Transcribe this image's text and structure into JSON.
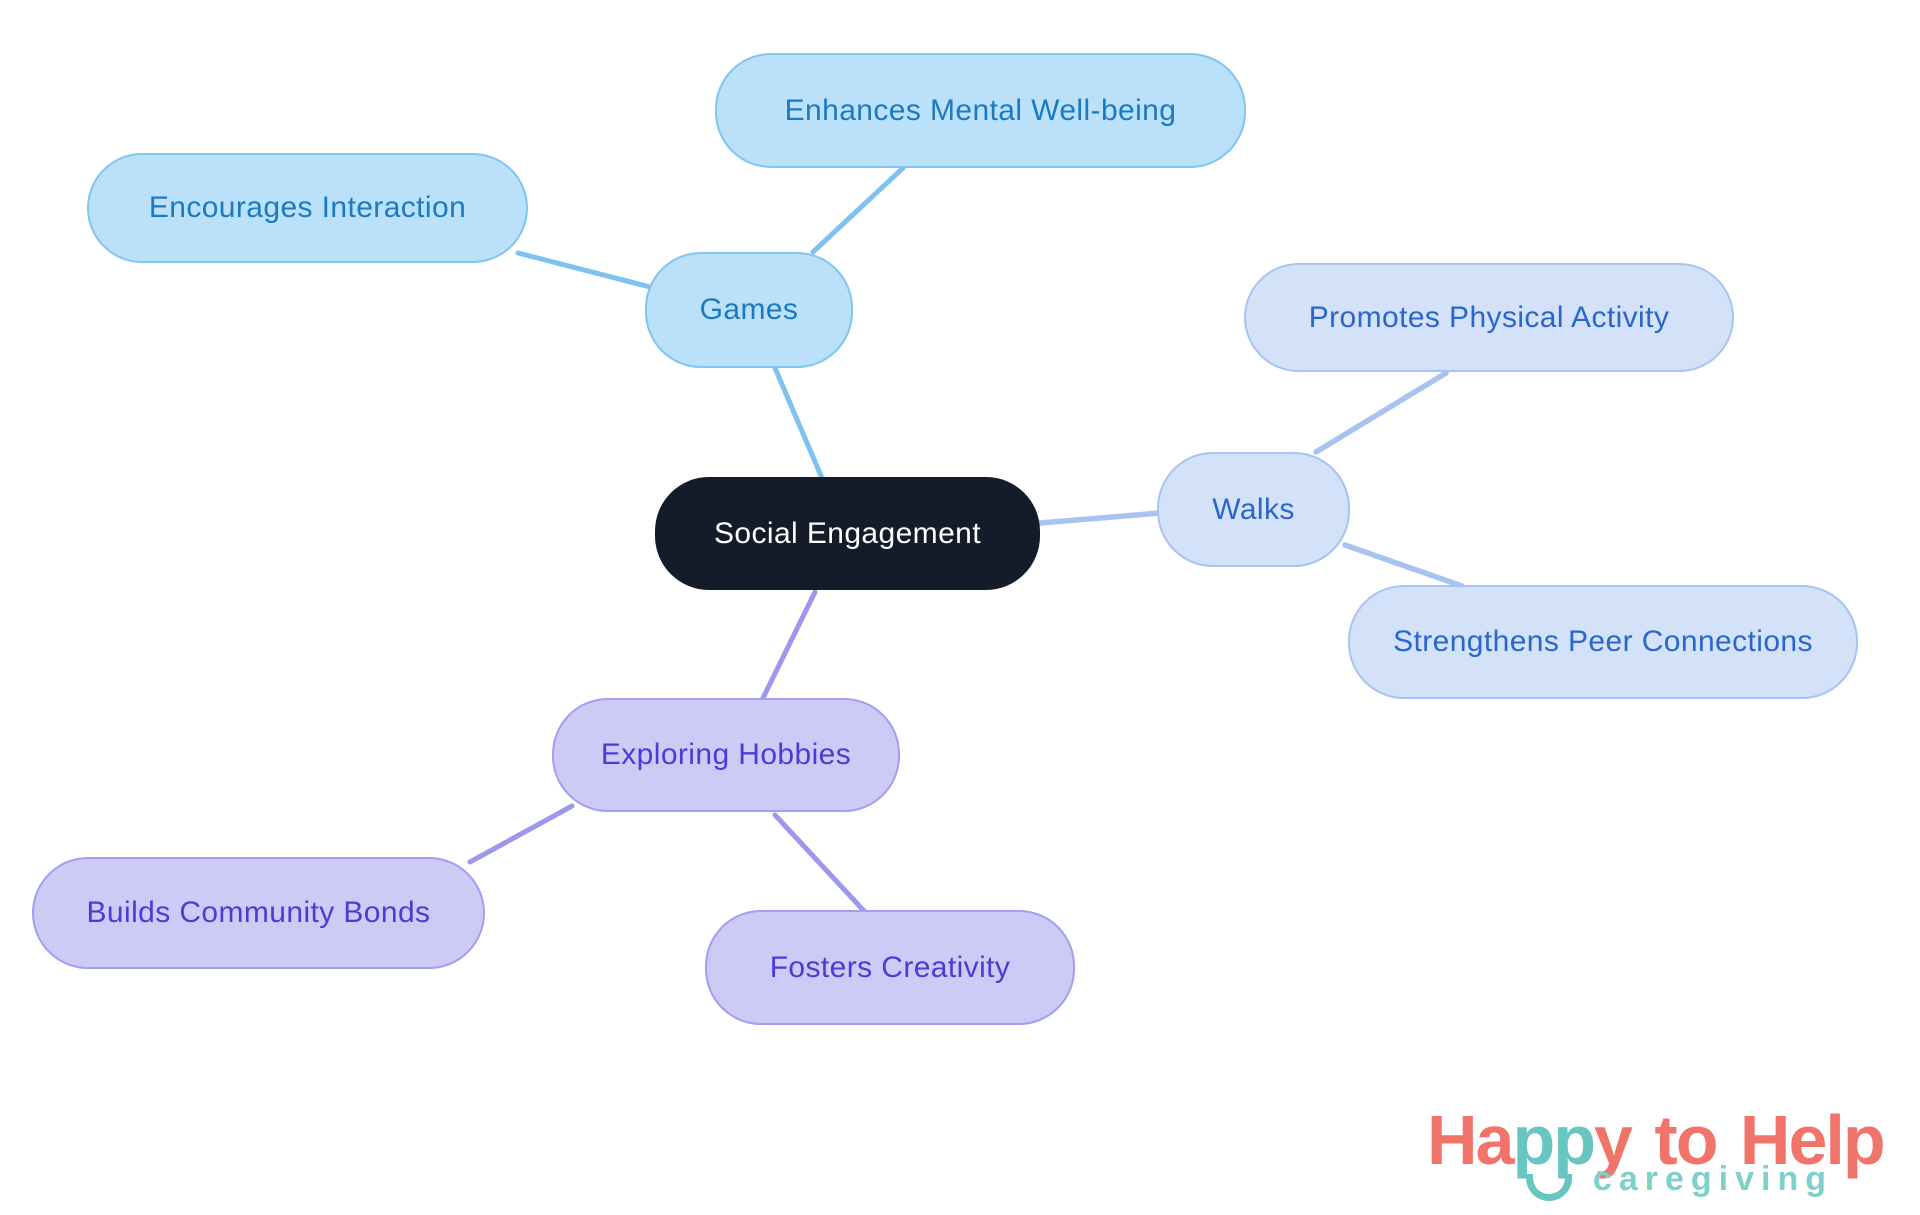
{
  "palette": {
    "canvas-bg": "#FFFFFF",
    "central-bg": "#151C29",
    "central-text": "#FFFFFF",
    "games-fill": "#BBE0F9",
    "games-border": "#81C5F1",
    "games-text": "#1B7AC0",
    "games-edge": "#7FC1EF",
    "walks-fill": "#D3E2F8",
    "walks-border": "#A8C3F0",
    "walks-text": "#2A66CB",
    "walks-edge": "#A8C3F0",
    "hobbies-fill": "#CECAF6",
    "hobbies-border": "#A49DF1",
    "hobbies-text": "#4C3BD6",
    "hobbies-edge": "#9D97ED",
    "logo-coral": "#F0746A",
    "logo-teal": "#67C6C1",
    "logo-tagline": "#7ED0CA"
  },
  "diagram": {
    "type": "mindmap",
    "root": "Social Engagement",
    "branches": [
      {
        "label": "Games",
        "children": [
          "Encourages Interaction",
          "Enhances Mental Well-being"
        ]
      },
      {
        "label": "Walks",
        "children": [
          "Promotes Physical Activity",
          "Strengthens Peer Connections"
        ]
      },
      {
        "label": "Exploring Hobbies",
        "children": [
          "Builds Community Bonds",
          "Fosters Creativity"
        ]
      }
    ]
  },
  "nodes": {
    "central": {
      "label": "Social Engagement"
    },
    "games": {
      "label": "Games"
    },
    "encourages": {
      "label": "Encourages Interaction"
    },
    "enhances": {
      "label": "Enhances Mental Well-being"
    },
    "walks": {
      "label": "Walks"
    },
    "promotes": {
      "label": "Promotes Physical Activity"
    },
    "strengthens": {
      "label": "Strengthens Peer Connections"
    },
    "hobbies": {
      "label": "Exploring Hobbies"
    },
    "builds": {
      "label": "Builds Community Bonds"
    },
    "fosters": {
      "label": "Fosters Creativity"
    }
  },
  "logo": {
    "word_part1": "Ha",
    "word_part2": "pp",
    "word_part3": "y to Help",
    "tagline": "caregiving"
  }
}
